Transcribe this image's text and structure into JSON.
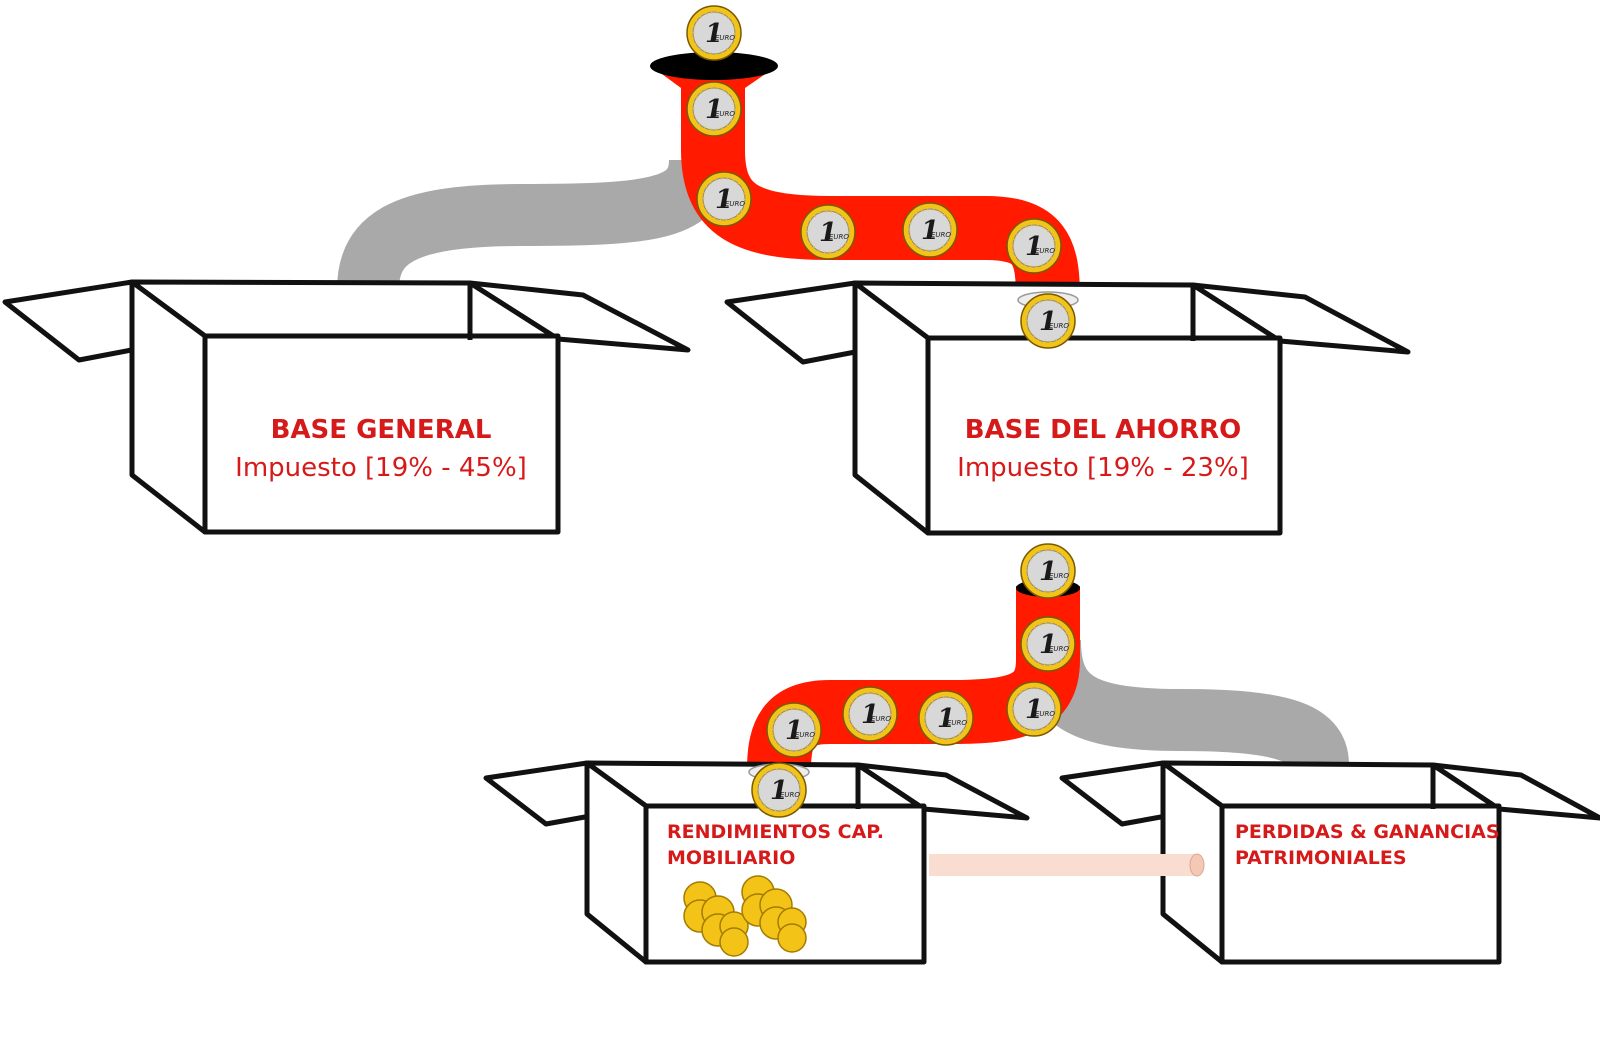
{
  "boxes": {
    "base_general": {
      "title": "BASE GENERAL",
      "subtitle": "Impuesto [19% - 45%]"
    },
    "base_ahorro": {
      "title": "BASE DEL AHORRO",
      "subtitle": "Impuesto [19% - 23%]"
    },
    "rendimientos": {
      "line1": "RENDIMIENTOS CAP.",
      "line2": "MOBILIARIO"
    },
    "perdidas": {
      "line1": "PERDIDAS & GANANCIAS",
      "line2": "PATRIMONIALES"
    }
  },
  "coin": {
    "number": "1",
    "word": "EURO"
  },
  "colors": {
    "active_pipe": "#ff1a00",
    "inactive_pipe": "#a9a9a9",
    "label_red": "#d61a1a",
    "coin_gold": "#f2c318",
    "coin_silver": "#c8c8c8"
  }
}
